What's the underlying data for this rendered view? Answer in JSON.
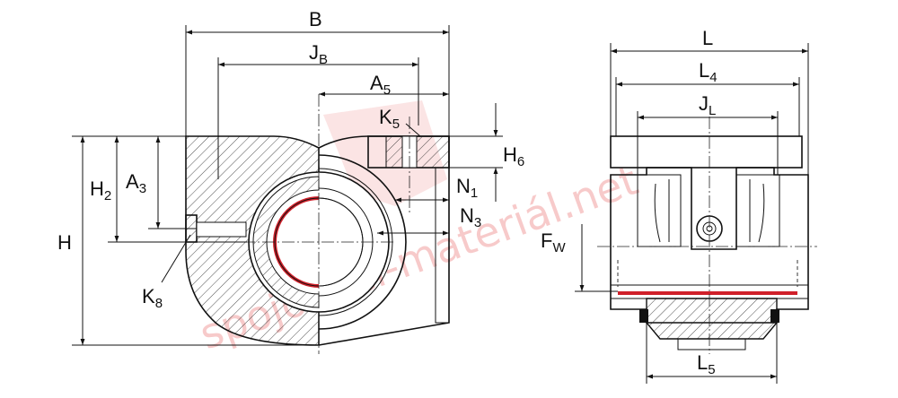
{
  "watermark": "spojovaci-materiál.net",
  "left_view": {
    "labels": {
      "B": "B",
      "JB": {
        "main": "J",
        "sub": "B"
      },
      "A5": {
        "main": "A",
        "sub": "5"
      },
      "K5": {
        "main": "K",
        "sub": "5"
      },
      "H6": {
        "main": "H",
        "sub": "6"
      },
      "N1": {
        "main": "N",
        "sub": "1"
      },
      "N3": {
        "main": "N",
        "sub": "3"
      },
      "H2": {
        "main": "H",
        "sub": "2"
      },
      "A3": {
        "main": "A",
        "sub": "3"
      },
      "H": "H",
      "K8": {
        "main": "K",
        "sub": "8"
      }
    }
  },
  "right_view": {
    "labels": {
      "L": "L",
      "L4": {
        "main": "L",
        "sub": "4"
      },
      "JL": {
        "main": "J",
        "sub": "L"
      },
      "FW": {
        "main": "F",
        "sub": "W"
      },
      "L5": {
        "main": "L",
        "sub": "5"
      }
    }
  },
  "colors": {
    "accent_seal": "#d0202a",
    "watermark": "#f2a0a0"
  }
}
